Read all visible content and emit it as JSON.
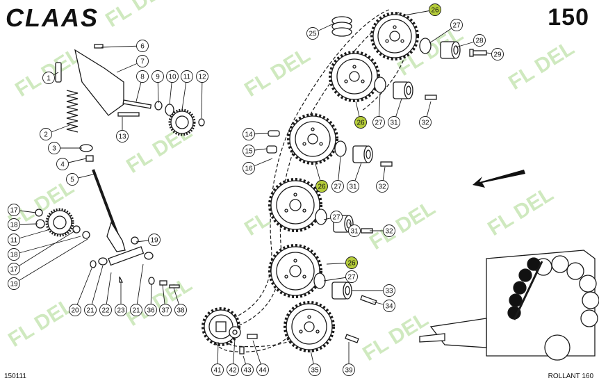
{
  "header": {
    "brand": "CLAAS",
    "page_number": "150"
  },
  "footer": {
    "code": "150111",
    "model": "ROLLANT 160"
  },
  "watermark": {
    "text": "FL DEL",
    "color": "#a8d88a"
  },
  "colors": {
    "line": "#1a1a1a",
    "highlight": "#b5cc3a"
  },
  "callouts": [
    "1",
    "2",
    "3",
    "4",
    "5",
    "6",
    "7",
    "8",
    "9",
    "10",
    "11",
    "12",
    "13",
    "14",
    "15",
    "16",
    "17",
    "18",
    "11",
    "17",
    "18",
    "19",
    "19",
    "20",
    "21",
    "22",
    "23",
    "21",
    "36",
    "37",
    "38",
    "25",
    "26",
    "27",
    "28",
    "29",
    "26",
    "27",
    "31",
    "32",
    "26",
    "27",
    "31",
    "32",
    "27",
    "31",
    "32",
    "26",
    "27",
    "33",
    "34",
    "41",
    "42",
    "43",
    "44",
    "35",
    "39"
  ]
}
